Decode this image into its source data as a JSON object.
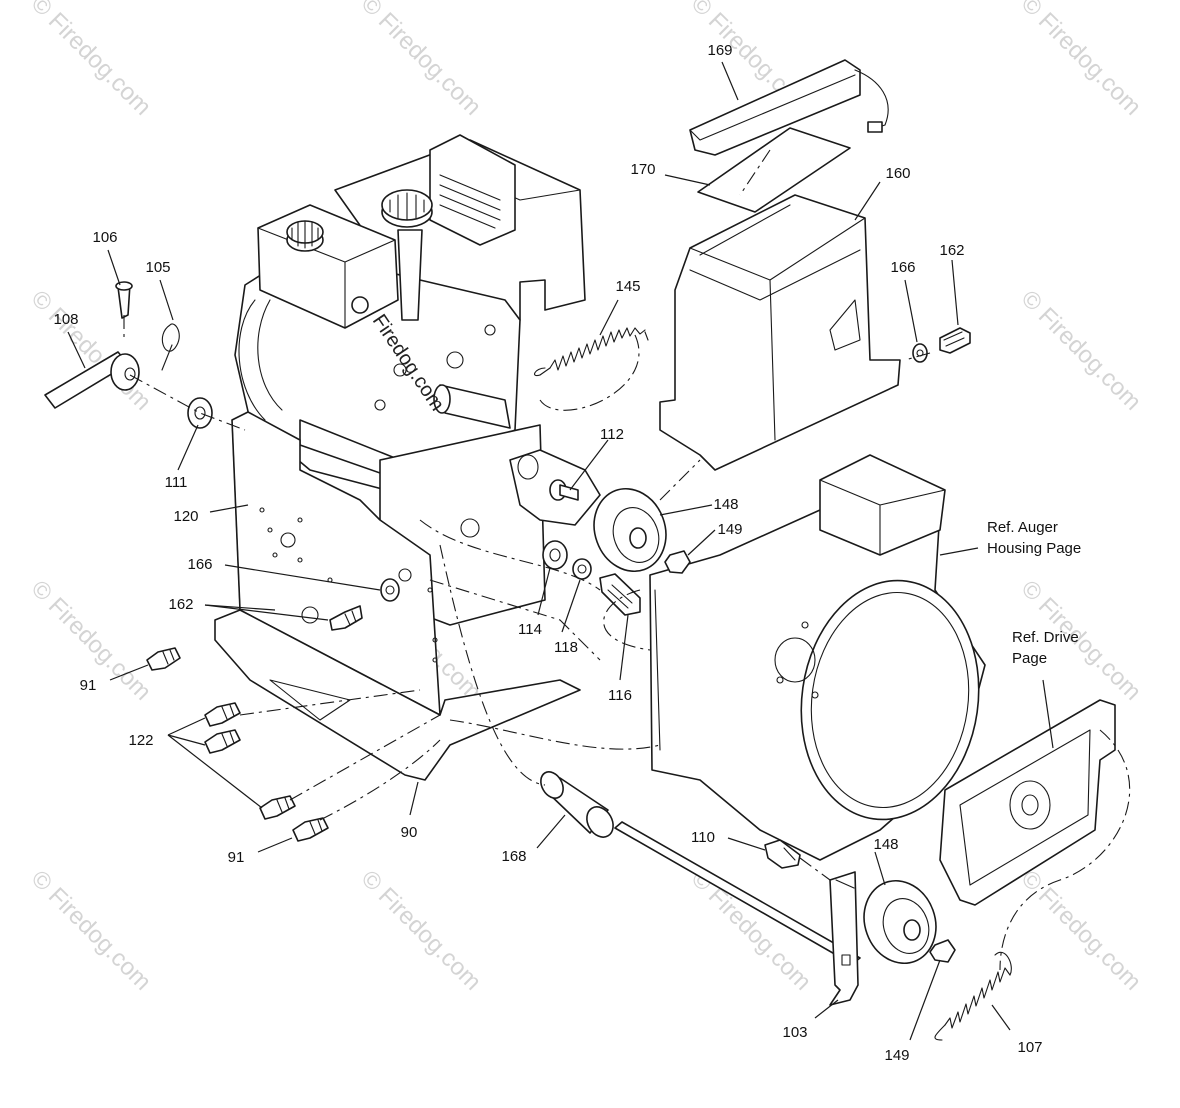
{
  "watermark": {
    "text": "Firedog.com",
    "symbol": "©"
  },
  "callouts": {
    "c169": "169",
    "c170": "170",
    "c160": "160",
    "c162_top": "162",
    "c166_top": "166",
    "c106": "106",
    "c105": "105",
    "c108": "108",
    "c145": "145",
    "c111": "111",
    "c112": "112",
    "c120": "120",
    "c148_top": "148",
    "c149_top": "149",
    "c166_left": "166",
    "c162_left": "162",
    "c91_top": "91",
    "c114": "114",
    "c118": "118",
    "c116": "116",
    "c122": "122",
    "c90": "90",
    "c91_bottom": "91",
    "c168": "168",
    "c110": "110",
    "c148_bottom": "148",
    "c103": "103",
    "c149_bottom": "149",
    "c107": "107"
  },
  "references": {
    "auger_line1": "Ref. Auger",
    "auger_line2": "Housing Page",
    "drive_line1": "Ref. Drive",
    "drive_line2": "Page"
  }
}
